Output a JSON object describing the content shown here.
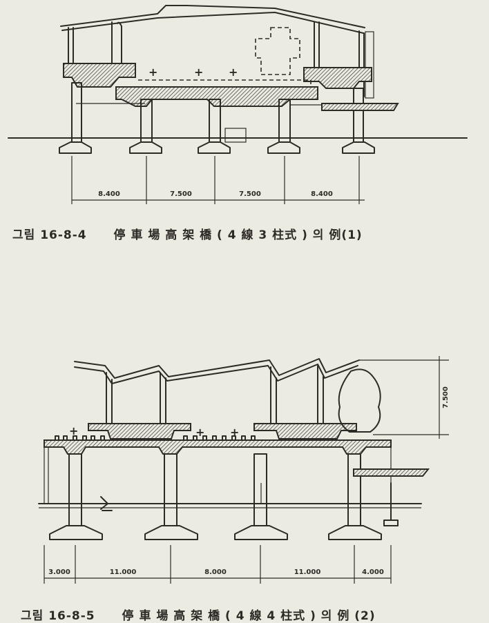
{
  "figures": [
    {
      "caption": {
        "label": "그림 16-8-4",
        "text": "停 車 場 高 架 橋 ( 4 線 3 柱式 ) 의 例(1)"
      },
      "dimensions": [
        "8.400",
        "7.500",
        "7.500",
        "8.400"
      ]
    },
    {
      "caption": {
        "label": "그림 16-8-5",
        "text": "停 車 場 高 架 橋 ( 4 線 4 柱式 ) 의 例 (2)"
      },
      "dimensions": [
        "3.000",
        "11.000",
        "8.000",
        "11.000",
        "4.000"
      ],
      "height_dimension": "7.500"
    }
  ],
  "colors": {
    "paper": "#ecebe1",
    "ink": "#2d2a26"
  }
}
